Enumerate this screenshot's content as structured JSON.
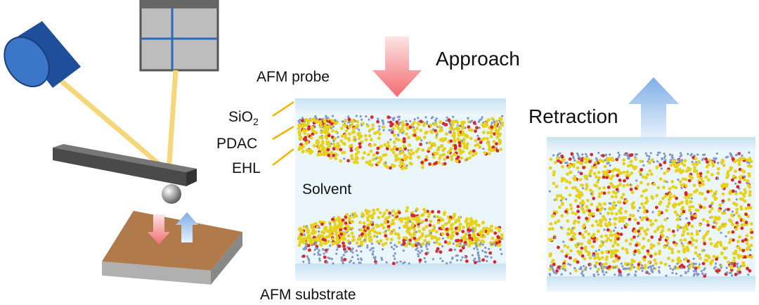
{
  "labels": {
    "approach": "Approach",
    "retraction": "Retraction",
    "afm_probe": "AFM probe",
    "sio2_main": "SiO",
    "sio2_sub": "2",
    "pdac": "PDAC",
    "ehl": "EHL",
    "solvent": "Solvent",
    "afm_substrate": "AFM substrate"
  },
  "colors": {
    "approach_arrow": "#f47d80",
    "retraction_arrow": "#8fb8ea",
    "panel_bg": "#eaf6fc",
    "plate": "#cfe6f5",
    "polymer_yellow": "#e6d21a",
    "polymer_red": "#d8262a",
    "silica_blue": "#7f97c9"
  }
}
